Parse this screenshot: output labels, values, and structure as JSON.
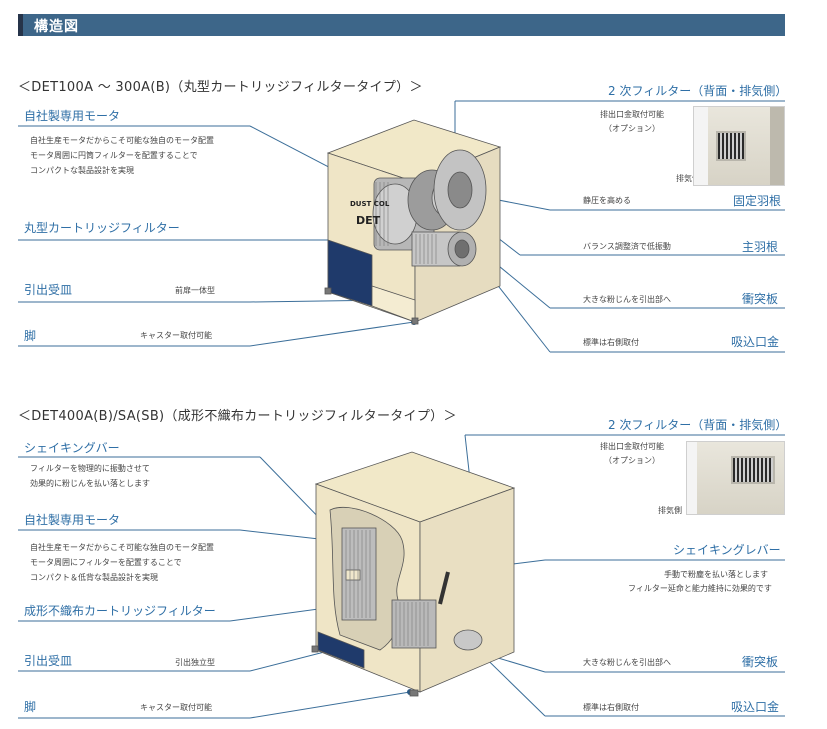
{
  "header": {
    "title": "構造図"
  },
  "section1": {
    "title": "＜DET100A ～ 300A(B)（丸型カートリッジフィルタータイプ）＞",
    "left": [
      {
        "label": "自社製専用モータ",
        "desc": [
          "自社生産モータだからこそ可能な独自のモータ配置",
          "モータ周囲に円筒フィルターを配置することで",
          "コンパクトな製品設計を実現"
        ]
      },
      {
        "label": "丸型カートリッジフィルター"
      },
      {
        "label": "引出受皿",
        "note": "前扉一体型"
      },
      {
        "label": "脚",
        "note": "キャスター取付可能"
      }
    ],
    "right": [
      {
        "label": "2 次フィルター（背面・排気側）",
        "note": "排出口金取付可能\n（オプション）",
        "photo_caption": "排気側"
      },
      {
        "label": "固定羽根",
        "note": "静圧を高める"
      },
      {
        "label": "主羽根",
        "note": "バランス調整済で低振動"
      },
      {
        "label": "衝突板",
        "note": "大きな粉じんを引出部へ"
      },
      {
        "label": "吸込口金",
        "note": "標準は右側取付"
      }
    ],
    "machine_logo": "DUST COL DET"
  },
  "section2": {
    "title": "＜DET400A(B)/SA(SB)（成形不織布カートリッジフィルタータイプ）＞",
    "left": [
      {
        "label": "シェイキングバー",
        "desc": [
          "フィルターを物理的に振動させて",
          "効果的に粉じんを払い落とします"
        ]
      },
      {
        "label": "自社製専用モータ",
        "desc": [
          "自社生産モータだからこそ可能な独自のモータ配置",
          "モータ周囲にフィルターを配置することで",
          "コンパクト＆低背な製品設計を実現"
        ]
      },
      {
        "label": "成形不織布カートリッジフィルター"
      },
      {
        "label": "引出受皿",
        "note": "引出独立型"
      },
      {
        "label": "脚",
        "note": "キャスター取付可能"
      }
    ],
    "right": [
      {
        "label": "2 次フィルター（背面・排気側）",
        "note": "排出口金取付可能\n（オプション）",
        "photo_caption": "排気側"
      },
      {
        "label": "シェイキングレバー",
        "desc": [
          "手動で粉塵を払い落とします",
          "フィルター延命と能力維持に効果的です"
        ]
      },
      {
        "label": "衝突板",
        "note": "大きな粉じんを引出部へ"
      },
      {
        "label": "吸込口金",
        "note": "標準は右側取付"
      }
    ]
  },
  "colors": {
    "header": "#3d6689",
    "accent_text": "#2f6fa6",
    "leader_line": "#3b6e99",
    "cabinet": "#efe5c6",
    "navy_panel": "#1f3a6b"
  }
}
